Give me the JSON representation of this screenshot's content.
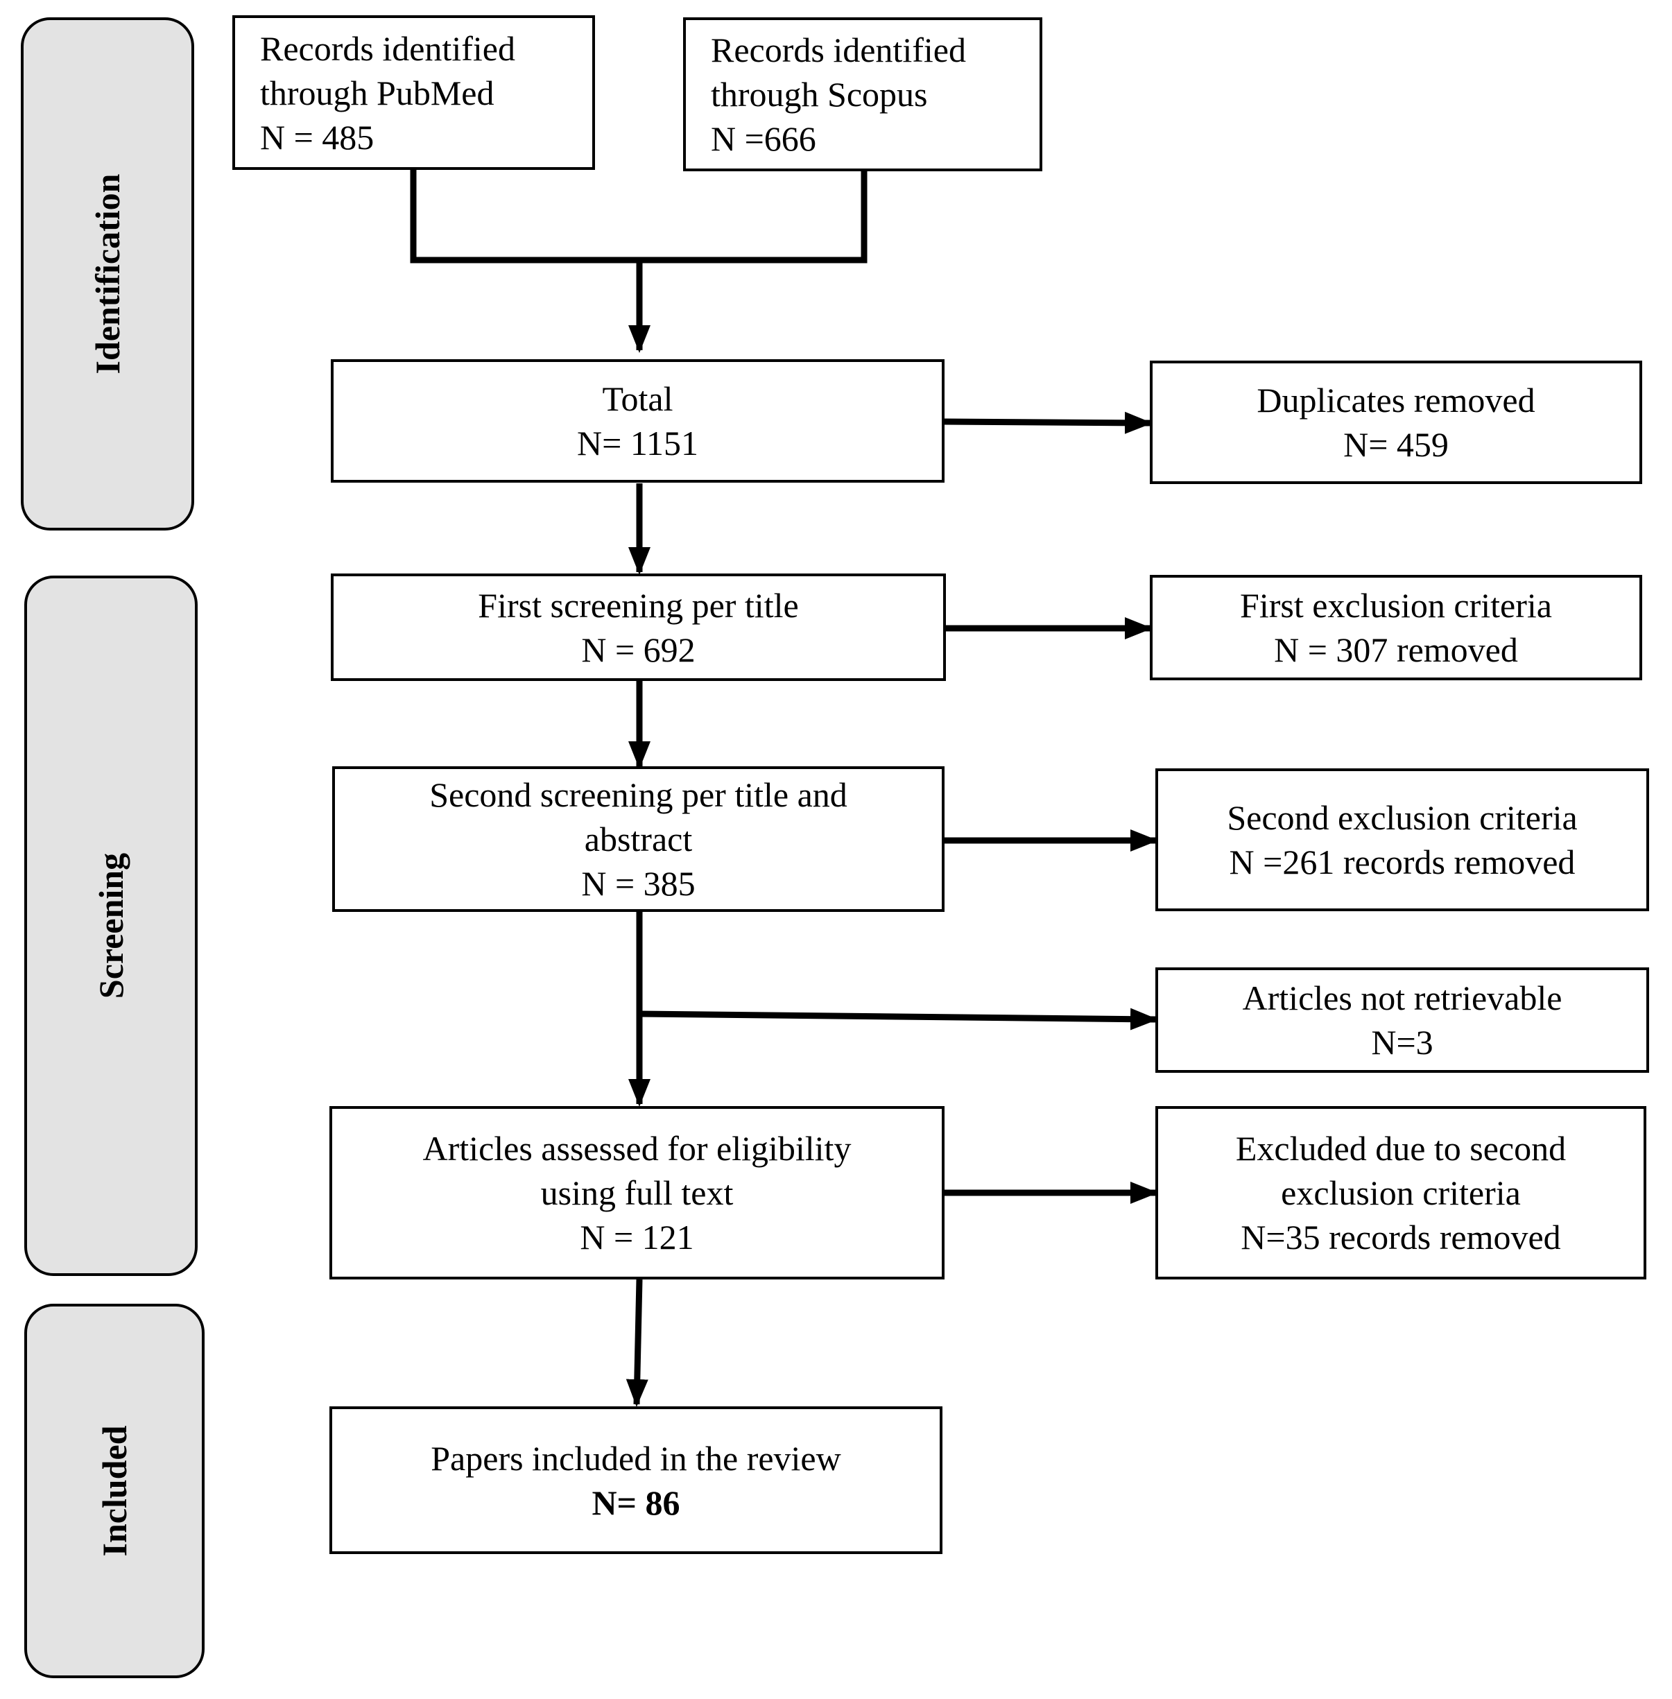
{
  "phases": {
    "identification": "Identification",
    "screening": "Screening",
    "included": "Included"
  },
  "boxes": {
    "pubmed": [
      "Records identified",
      "through PubMed",
      "N = 485"
    ],
    "scopus": [
      "Records identified",
      "through Scopus",
      "N =666"
    ],
    "total": [
      "Total",
      "N= 1151"
    ],
    "duplicates": [
      "Duplicates removed",
      "N= 459"
    ],
    "first_screening": [
      "First screening per title",
      "N = 692"
    ],
    "first_exclusion": [
      "First exclusion criteria",
      "N = 307 removed"
    ],
    "second_screening": [
      "Second screening per title and",
      "abstract",
      "N = 385"
    ],
    "second_exclusion": [
      "Second exclusion criteria",
      "N =261 records removed"
    ],
    "not_retrievable": [
      "Articles not retrievable",
      "N=3"
    ],
    "eligibility": [
      "Articles assessed for eligibility",
      "using full text",
      "N = 121"
    ],
    "excluded_second": [
      "Excluded due to second",
      "exclusion criteria",
      "N=35 records removed"
    ],
    "included": [
      "Papers included in the review",
      "N= 86"
    ]
  }
}
